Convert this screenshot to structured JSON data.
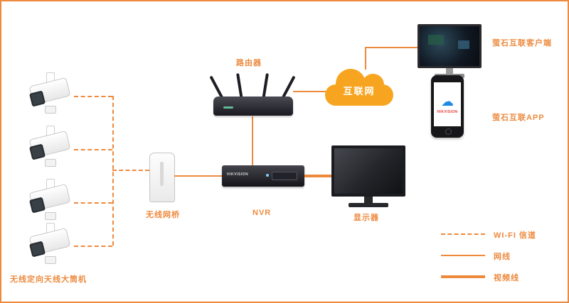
{
  "colors": {
    "accent": "#ED8A3E",
    "cloud": "#F7A521",
    "phone_brand_red": "#E53935"
  },
  "labels": {
    "cameras": "无线定向天线大筒机",
    "bridge": "无线网桥",
    "nvr": "NVR",
    "router": "路由器",
    "internet": "互联网",
    "client": "萤石互联客户端",
    "app": "萤石互联APP",
    "display": "显示器"
  },
  "legend": {
    "wifi": "WI-FI 信道",
    "lan": "网线",
    "video": "视频线"
  },
  "brands": {
    "nvr": "HIKVISION",
    "phone": "HIKVISION"
  }
}
